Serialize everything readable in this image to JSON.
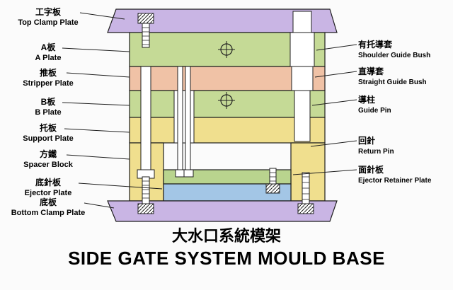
{
  "title": {
    "zh": "大水口系統模架",
    "en": "SIDE GATE SYSTEM MOULD BASE"
  },
  "labels": {
    "left": [
      {
        "zh": "工字板",
        "en": "Top Clamp Plate"
      },
      {
        "zh": "A板",
        "en": "A Plate"
      },
      {
        "zh": "推板",
        "en": "Stripper Plate"
      },
      {
        "zh": "B板",
        "en": "B Plate"
      },
      {
        "zh": "托板",
        "en": "Support Plate"
      },
      {
        "zh": "方鐵",
        "en": "Spacer Block"
      },
      {
        "zh": "底針板",
        "en": "Ejector Plate"
      },
      {
        "zh": "底板",
        "en": "Bottom Clamp Plate"
      }
    ],
    "right": [
      {
        "zh": "有托導套",
        "en": "Shoulder Guide Bush"
      },
      {
        "zh": "直導套",
        "en": "Straight Guide Bush"
      },
      {
        "zh": "導柱",
        "en": "Guide Pin"
      },
      {
        "zh": "回針",
        "en": "Return Pin"
      },
      {
        "zh": "面針板",
        "en": "Ejector Retainer Plate"
      }
    ]
  },
  "colors": {
    "background": "#fbfbfb",
    "clamp_plate": "#c9b5e4",
    "ab_plate": "#c5da96",
    "stripper_plate": "#f0c2a6",
    "support_plate": "#f0df8e",
    "retainer_plate": "#b9d48e",
    "ejector_plate": "#a3c6e6",
    "outline": "#1f1f1f"
  }
}
